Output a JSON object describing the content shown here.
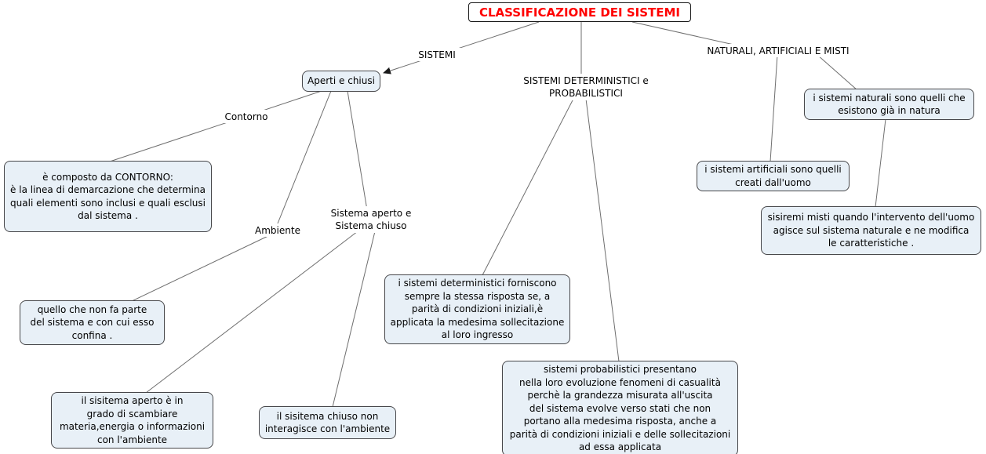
{
  "title": "CLASSIFICAZIONE DEI SISTEMI",
  "nodes": {
    "aperti_chiusi": "Aperti e chiusi",
    "contorno_def": "è composto da CONTORNO:\nè la linea di demarcazione che determina\nquali elementi sono inclusi e quali esclusi\ndal sistema .",
    "ambiente_def": "quello che non fa parte\ndel sistema e con cui esso\nconfina .",
    "aperto_def": "il sisitema aperto è in\ngrado di scambiare\nmateria,energia o informazioni\ncon l'ambiente",
    "chiuso_def": "il sisitema chiuso non\ninteragisce con l'ambiente",
    "deterministici_def": "i sistemi deterministici forniscono\nsempre la stessa risposta se, a\nparità di condizioni iniziali,è\napplicata la medesima sollecitazione\nal loro ingresso",
    "probabilistici_def": "sistemi probabilistici presentano\nnella loro evoluzione fenomeni di casualità\nperchè la grandezza misurata all'uscita\ndel sistema evolve verso stati che non\nportano alla medesima risposta, anche a\nparità di condizioni iniziali e delle sollecitazioni\nad essa applicata",
    "naturali_def": "i sistemi naturali sono quelli che\nesistono già in natura",
    "artificiali_def": "i sistemi artificiali sono quelli\ncreati dall'uomo",
    "misti_def": "sisiremi misti quando l'intervento dell'uomo\nagisce sul sistema naturale e ne modifica\nle caratteristiche ."
  },
  "labels": {
    "sistemi": "SISTEMI",
    "contorno": "Contorno",
    "ambiente": "Ambiente",
    "sistema_aperto_chiuso": "Sistema aperto e\nSistema chiuso",
    "deterministici_probabilistici": "SISTEMI DETERMINISTICI e\nPROBABILISTICI",
    "naturali_artificiali_misti": "NATURALI, ARTIFICIALI E MISTI"
  },
  "edges": [
    {
      "from": "title",
      "via": "sistemi",
      "to": "aperti_chiusi",
      "arrow": true
    },
    {
      "from": "title",
      "via": "deterministici_probabilistici",
      "to": "deterministici_def"
    },
    {
      "from": "title",
      "via": "deterministici_probabilistici",
      "to": "probabilistici_def"
    },
    {
      "from": "title",
      "via": "naturali_artificiali_misti",
      "to": "naturali_def"
    },
    {
      "from": "title",
      "via": "naturali_artificiali_misti",
      "to": "artificiali_def"
    },
    {
      "from": "aperti_chiusi",
      "via": "contorno",
      "to": "contorno_def"
    },
    {
      "from": "aperti_chiusi",
      "via": "ambiente",
      "to": "ambiente_def"
    },
    {
      "from": "aperti_chiusi",
      "via": "sistema_aperto_chiuso",
      "to": "aperto_def"
    },
    {
      "from": "aperti_chiusi",
      "via": "sistema_aperto_chiuso",
      "to": "chiuso_def"
    },
    {
      "from": "naturali_def",
      "via": null,
      "to": "misti_def"
    }
  ],
  "colors": {
    "title_text": "#ff0000",
    "node_fill": "#e8f0f7",
    "node_border": "#47474a",
    "line_color": "#6e6e6e",
    "text_color": "#000000"
  }
}
